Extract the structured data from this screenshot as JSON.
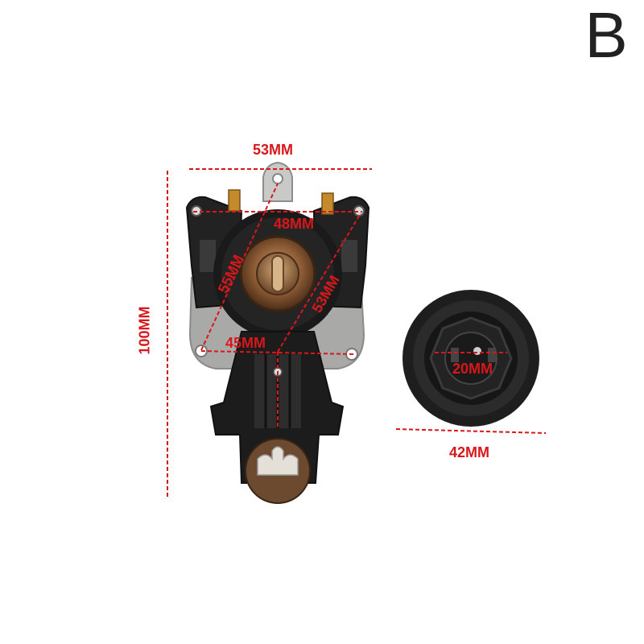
{
  "variant_label": "B",
  "accent_color": "#d8171b",
  "measurements": {
    "width_overall": "53MM",
    "height_overall": "100MM",
    "top_mount_width": "48MM",
    "diagonal_left": "55MM",
    "diagonal_right": "53MM",
    "base_mount_width": "45MM",
    "connector_diameter": "42MM",
    "connector_inner": "20MM"
  }
}
